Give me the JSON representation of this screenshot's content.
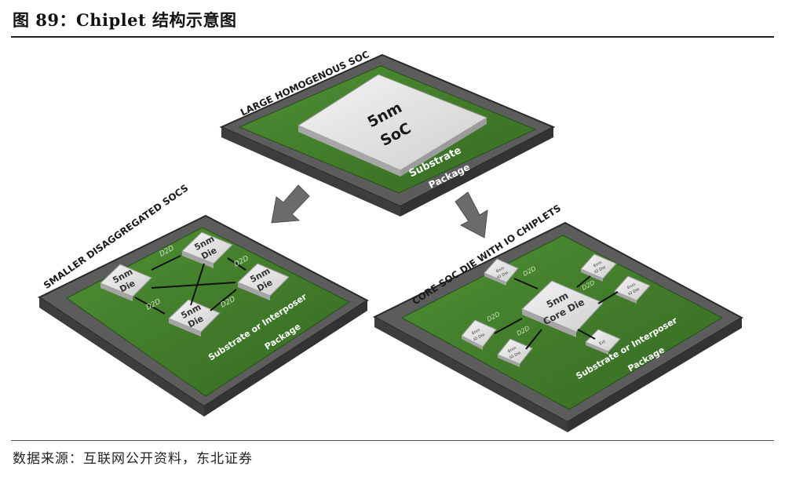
{
  "title": "图 89：Chiplet 结构示意图",
  "source": "数据来源：互联网公开资料，东北证券",
  "top": {
    "heading": "LARGE HOMOGENOUS SOC",
    "die_line1": "5nm",
    "die_line2": "SoC",
    "substrate": "Substrate",
    "package": "Package"
  },
  "left": {
    "heading": "SMALLER  DISAGGREGATED SOCS",
    "die_line1": "5nm",
    "die_line2": "Die",
    "link": "D2D",
    "substrate": "Substrate or Interposer",
    "package": "Package"
  },
  "right": {
    "heading": "CORE SOC DIE WITH IO CHIPLETS",
    "core_line1": "5nm",
    "core_line2": "Core Die",
    "link": "D2D",
    "io_line1": "6nm",
    "io_line2": "IO Die",
    "io_line3": "Ext",
    "substrate": "Substrate or Interposer",
    "package": "Package"
  },
  "colors": {
    "package": "#5a5a5a",
    "substrate": "#3f7a2a",
    "die": "#e8e8e8",
    "arrow": "#6b6b6b"
  }
}
